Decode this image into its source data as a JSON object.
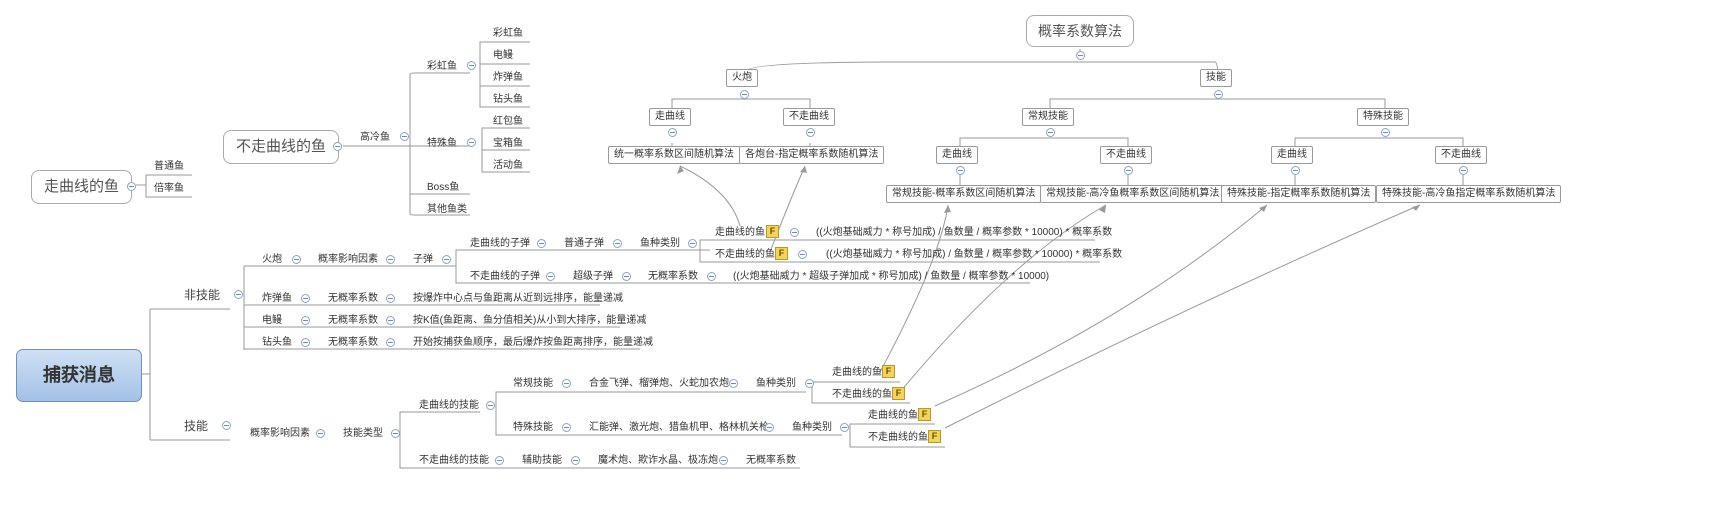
{
  "root": "捕获消息",
  "left_nodes": {
    "curve_fish": {
      "title": "走曲线的鱼",
      "children": [
        "普通鱼",
        "倍率鱼"
      ]
    },
    "noncurve_fish": {
      "title": "不走曲线的鱼",
      "cold": "高冷鱼",
      "rainbow": {
        "title": "彩虹鱼",
        "children": [
          "彩虹鱼",
          "电鳗",
          "炸弹鱼",
          "钻头鱼"
        ]
      },
      "special": {
        "title": "特殊鱼",
        "children": [
          "红包鱼",
          "宝箱鱼",
          "活动鱼"
        ]
      },
      "boss": "Boss鱼",
      "other": "其他鱼类"
    }
  },
  "nonskill": {
    "title": "非技能",
    "cannon": "火炮",
    "factor": "概率影响因素",
    "bullet": "子弹",
    "curve_bullet": "走曲线的子弹",
    "normal_bullet": "普通子弹",
    "fish_type": "鱼种类别",
    "curve_fish": "走曲线的鱼",
    "curve_formula": "((火炮基础威力 * 称号加成) / 鱼数量 / 概率参数 * 10000) * 概率系数",
    "noncurve_fish": "不走曲线的鱼",
    "noncurve_formula": "((火炮基础威力 * 称号加成) / 鱼数量 / 概率参数 * 10000) * 概率系数",
    "noncurve_bullet": "不走曲线的子弹",
    "super_bullet": "超级子弹",
    "no_factor": "无概率系数",
    "super_formula": "((火炮基础威力 * 超级子弹加成 * 称号加成) / 鱼数量 / 概率参数 * 10000)",
    "bomb": {
      "name": "炸弹鱼",
      "factor": "无概率系数",
      "rule": "按爆炸中心点与鱼距离从近到远排序，能量递减"
    },
    "eel": {
      "name": "电鳗",
      "factor": "无概率系数",
      "rule": "按K值(鱼距离、鱼分值相关)从小到大排序，能量递减"
    },
    "drill": {
      "name": "钻头鱼",
      "factor": "无概率系数",
      "rule": "开始按捕获鱼顺序，最后爆炸按鱼距离排序，能量递减"
    }
  },
  "skill": {
    "title": "技能",
    "factor": "概率影响因素",
    "skill_type": "技能类型",
    "curve_skill": "走曲线的技能",
    "regular": "常规技能",
    "regular_list": "合金飞弹、榴弹炮、火蛇加农炮",
    "fish_type": "鱼种类别",
    "special": "特殊技能",
    "special_list": "汇能弹、激光炮、猎鱼机甲、格林机关枪",
    "noncurve_skill": "不走曲线的技能",
    "aux": "辅助技能",
    "aux_list": "魔术炮、欺诈水晶、极冻炮",
    "no_factor": "无概率系数",
    "curve_fish": "走曲线的鱼",
    "noncurve_fish": "不走曲线的鱼"
  },
  "algo_tree": {
    "title": "概率系数算法",
    "cannon": "火炮",
    "skill": "技能",
    "curve": "走曲线",
    "noncurve": "不走曲线",
    "cannon_curve_algo": "统一概率系数区间随机算法",
    "cannon_noncurve_algo": "各炮台-指定概率系数随机算法",
    "regular_skill": "常规技能",
    "special_skill": "特殊技能",
    "reg_curve_algo": "常规技能-概率系数区间随机算法",
    "reg_noncurve_algo": "常规技能-高冷鱼概率系数区间随机算法",
    "spec_curve_algo": "特殊技能-指定概率系数随机算法",
    "spec_noncurve_algo": "特殊技能-高冷鱼指定概率系数随机算法"
  },
  "flag_letter": "F",
  "colors": {
    "root_top": "#cfe0f4",
    "root_bottom": "#a3c1e6",
    "line": "#9a9a9a",
    "flag": "#f3d45a"
  }
}
